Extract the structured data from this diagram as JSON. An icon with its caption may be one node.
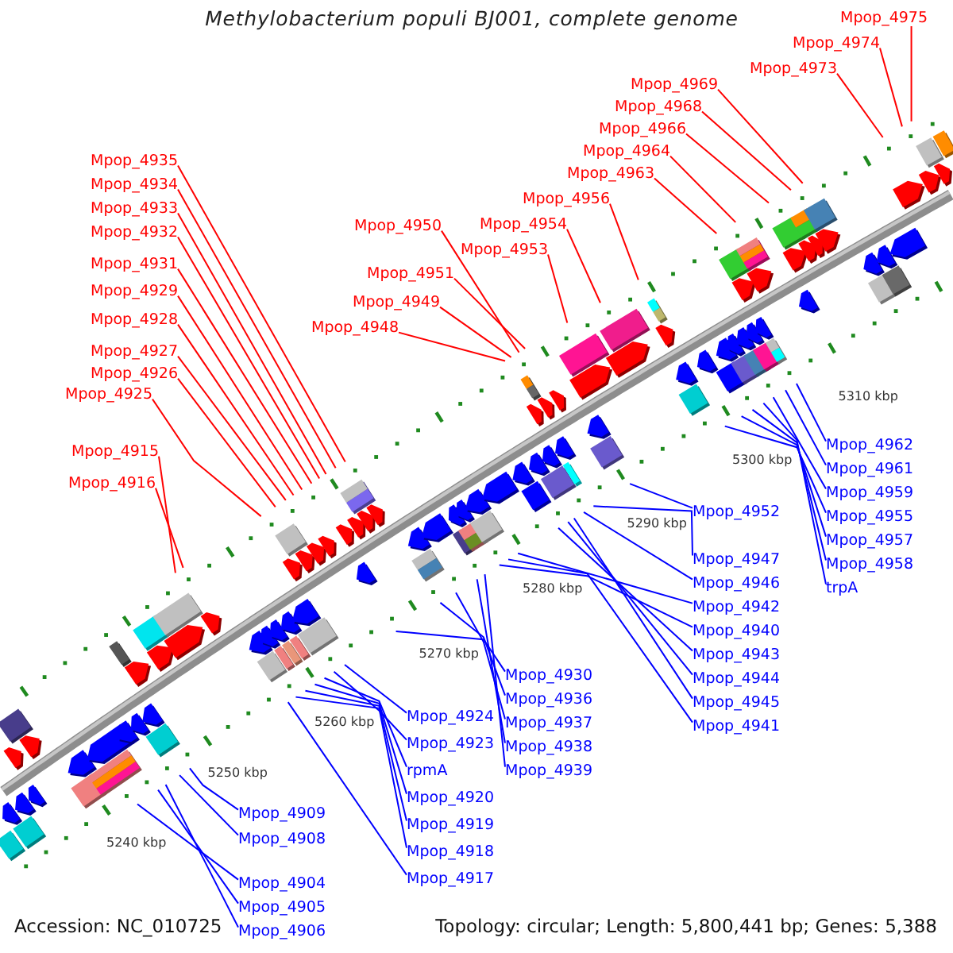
{
  "diagram": {
    "title": "Methylobacterium populi BJ001, complete genome",
    "nodes": [
      {
        "text": [
          "Mpop_4975"
        ]
      },
      {
        "text": [
          "Mpop_4974"
        ]
      },
      {
        "text": [
          "Mpop_4966"
        ]
      },
      {
        "text": [
          "Mpop_4973"
        ]
      },
      {
        "text": [
          "Mpop_4964"
        ]
      },
      {
        "text": [
          "Mpop_4969"
        ]
      },
      {
        "text": [
          "Mpop_4968"
        ]
      },
      {
        "text": [
          "Mpop_4963"
        ]
      },
      {
        "text": [
          "Mpop_4956"
        ]
      },
      {
        "text": [
          "Mpop_4954"
        ]
      },
      {
        "text": [
          "Mpop_4950"
        ]
      },
      {
        "text": [
          "Mpop_4932"
        ]
      },
      {
        "text": [
          "Mpop_4953"
        ]
      },
      {
        "text": [
          "Mpop_4931"
        ]
      },
      {
        "text": [
          "Mpop_4951"
        ]
      },
      {
        "text": [
          "Mpop_4929"
        ]
      },
      {
        "text": [
          "Mpop_4949"
        ]
      },
      {
        "text": [
          "Mpop_4928"
        ]
      },
      {
        "text": [
          "Mpop_4948"
        ]
      },
      {
        "text": [
          "Mpop_4927"
        ]
      },
      {
        "text": [
          "Mpop_4935"
        ]
      },
      {
        "text": [
          "Mpop_4926"
        ]
      },
      {
        "text": [
          "Mpop_4934"
        ]
      },
      {
        "text": [
          "Mpop_4925"
        ]
      },
      {
        "text": [
          "Mpop_4933"
        ]
      },
      {
        "text": [
          "Mpop_4962"
        ]
      },
      {
        "text": [
          "Mpop_4915"
        ]
      },
      {
        "text": [
          "Mpop_4961"
        ]
      },
      {
        "text": [
          "Mpop_4916"
        ]
      },
      {
        "text": [
          "Mpop_4959"
        ]
      },
      {
        "text": [
          "Mpop_4955"
        ]
      },
      {
        "text": [
          "Mpop_4952"
        ]
      },
      {
        "text": [
          "Mpop_4957"
        ]
      },
      {
        "text": [
          "Mpop_4947"
        ]
      },
      {
        "text": [
          "Mpop_4958"
        ]
      },
      {
        "text": [
          "Mpop_4946"
        ]
      },
      {
        "text": [
          "trpA"
        ]
      },
      {
        "text": [
          "Mpop_4942"
        ]
      },
      {
        "text": [
          "Mpop_4940"
        ]
      },
      {
        "text": [
          "Mpop_4943"
        ]
      },
      {
        "text": [
          "Mpop_4937"
        ]
      },
      {
        "text": [
          "Mpop_4944"
        ]
      },
      {
        "text": [
          "Mpop_4930"
        ]
      },
      {
        "text": [
          "Mpop_4938"
        ]
      },
      {
        "text": [
          "Mpop_4924"
        ]
      },
      {
        "text": [
          "Mpop_4945"
        ]
      },
      {
        "text": [
          "Mpop_4936"
        ]
      },
      {
        "text": [
          "Mpop_4939"
        ]
      },
      {
        "text": [
          "Mpop_4923"
        ]
      },
      {
        "text": [
          "Mpop_4941"
        ]
      },
      {
        "text": [
          "Mpop_4917"
        ]
      },
      {
        "text": [
          "Mpop_4909"
        ]
      },
      {
        "text": [
          "Mpop_4918"
        ]
      },
      {
        "text": [
          "Mpop_4908"
        ]
      },
      {
        "text": [
          "Mpop_4919"
        ]
      },
      {
        "text": [
          "Mpop_4920"
        ]
      },
      {
        "text": [
          "Mpop_4904"
        ]
      },
      {
        "text": [
          "rpmA"
        ]
      },
      {
        "text": [
          "Mpop_4905"
        ]
      },
      {
        "text": [
          "Mpop_4906"
        ]
      }
    ],
    "edges": [
      {
        "from": 0,
        "to": null,
        "arrow": "none",
        "color": "#ff0000"
      },
      {
        "from": 1,
        "to": null,
        "arrow": "none",
        "color": "#ff0000"
      },
      {
        "from": 2,
        "to": null,
        "arrow": "none",
        "color": "#ff0000"
      },
      {
        "from": 3,
        "to": null,
        "arrow": "none",
        "color": "#ff0000"
      },
      {
        "from": 4,
        "to": null,
        "arrow": "none",
        "color": "#ff0000"
      },
      {
        "from": 5,
        "to": null,
        "arrow": "none",
        "color": "#ff0000"
      },
      {
        "from": 6,
        "to": null,
        "arrow": "none",
        "color": "#ff0000"
      },
      {
        "from": 7,
        "to": null,
        "arrow": "none",
        "color": "#ff0000"
      },
      {
        "from": 8,
        "to": null,
        "arrow": "none",
        "color": "#ff0000"
      },
      {
        "from": 9,
        "to": null,
        "arrow": "none",
        "color": "#ff0000"
      },
      {
        "from": 10,
        "to": null,
        "arrow": "none",
        "color": "#ff0000"
      },
      {
        "from": 11,
        "to": null,
        "arrow": "none",
        "color": "#ff0000"
      },
      {
        "from": 12,
        "to": null,
        "arrow": "none",
        "color": "#ff0000"
      },
      {
        "from": 13,
        "to": null,
        "arrow": "none",
        "color": "#ff0000"
      },
      {
        "from": 14,
        "to": null,
        "arrow": "none",
        "color": "#ff0000"
      },
      {
        "from": 15,
        "to": null,
        "arrow": "none",
        "color": "#ff0000"
      },
      {
        "from": 16,
        "to": null,
        "arrow": "none",
        "color": "#ff0000"
      },
      {
        "from": 17,
        "to": null,
        "arrow": "none",
        "color": "#ff0000"
      },
      {
        "from": 18,
        "to": null,
        "arrow": "none",
        "color": "#ff0000"
      },
      {
        "from": 19,
        "to": null,
        "arrow": "none",
        "color": "#ff0000"
      },
      {
        "from": 20,
        "to": null,
        "arrow": "none",
        "color": "#ff0000"
      },
      {
        "from": 21,
        "to": null,
        "arrow": "none",
        "color": "#ff0000"
      },
      {
        "from": 22,
        "to": null,
        "arrow": "none",
        "color": "#ff0000"
      },
      {
        "from": 23,
        "to": null,
        "arrow": "none",
        "color": "#ff0000"
      },
      {
        "from": 24,
        "to": null,
        "arrow": "none",
        "color": "#ff0000"
      },
      {
        "from": 25,
        "to": null,
        "arrow": "none"
      },
      {
        "from": 26,
        "to": null,
        "arrow": "none",
        "color": "#ff0000"
      },
      {
        "from": 27,
        "to": null,
        "arrow": "none"
      },
      {
        "from": 28,
        "to": null,
        "arrow": "none",
        "color": "#ff0000"
      },
      {
        "from": 29,
        "to": null,
        "arrow": "none"
      },
      {
        "from": 30,
        "to": null,
        "arrow": "none"
      },
      {
        "from": 31,
        "to": null,
        "arrow": "none"
      },
      {
        "from": 32,
        "to": null,
        "arrow": "none"
      },
      {
        "from": 33,
        "to": null,
        "arrow": "none"
      },
      {
        "from": 34,
        "to": null,
        "arrow": "none"
      },
      {
        "from": 35,
        "to": null,
        "arrow": "none"
      },
      {
        "from": 36,
        "to": null,
        "arrow": "none"
      },
      {
        "from": 37,
        "to": null,
        "arrow": "none"
      },
      {
        "from": 38,
        "to": null,
        "arrow": "none"
      },
      {
        "from": 39,
        "to": null,
        "arrow": "none"
      },
      {
        "from": 40,
        "to": null,
        "arrow": "none"
      },
      {
        "from": 41,
        "to": null,
        "arrow": "none"
      },
      {
        "from": 42,
        "to": null,
        "arrow": "none"
      },
      {
        "from": 43,
        "to": null,
        "arrow": "none"
      },
      {
        "from": 44,
        "to": null,
        "arrow": "none"
      },
      {
        "from": 45,
        "to": null,
        "arrow": "none"
      },
      {
        "from": 46,
        "to": null,
        "arrow": "none"
      },
      {
        "from": 47,
        "to": null,
        "arrow": "none"
      },
      {
        "from": 48,
        "to": null,
        "arrow": "none"
      },
      {
        "from": 49,
        "to": null,
        "arrow": "none"
      },
      {
        "from": 50,
        "to": null,
        "arrow": "none"
      },
      {
        "from": 51,
        "to": null,
        "arrow": "none"
      },
      {
        "from": 52,
        "to": null,
        "arrow": "none"
      },
      {
        "from": 53,
        "to": null,
        "arrow": "none"
      },
      {
        "from": 54,
        "to": null,
        "arrow": "none"
      },
      {
        "from": 55,
        "to": null,
        "arrow": "none"
      },
      {
        "from": 56,
        "to": null,
        "arrow": "none"
      },
      {
        "from": 57,
        "to": null,
        "arrow": "none"
      },
      {
        "from": 58,
        "to": null,
        "arrow": "none"
      },
      {
        "from": 59,
        "to": null,
        "arrow": "none"
      }
    ],
    "labels": [
      "5310 kbp",
      "5300 kbp",
      "5290 kbp",
      "5280 kbp",
      "5270 kbp",
      "5260 kbp",
      "5250 kbp",
      "5240 kbp",
      "Accession: NC_010725",
      "Topology: circular; Length: 5,800,441 bp; Genes: 5,388"
    ]
  }
}
